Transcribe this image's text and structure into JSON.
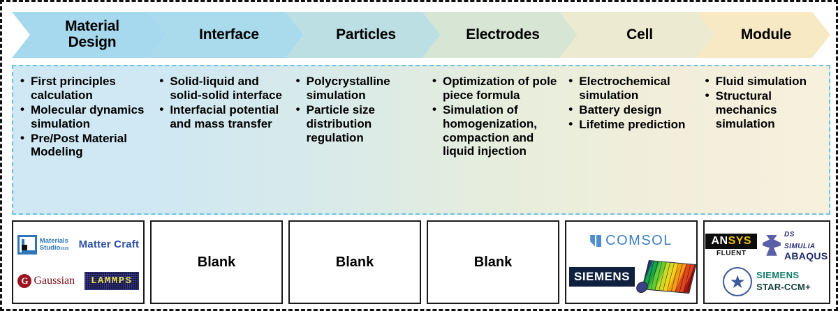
{
  "stages": [
    {
      "id": "material-design",
      "label": "Material\nDesign",
      "color": "#a7d9ee",
      "bullets": [
        "First principles calculation",
        "Molecular dynamics simulation",
        "Pre/Post Material Modeling"
      ]
    },
    {
      "id": "interface",
      "label": "Interface",
      "color": "#a9dbec",
      "bullets": [
        "Solid-liquid and solid-solid interface",
        "Interfacial potential and mass transfer"
      ]
    },
    {
      "id": "particles",
      "label": "Particles",
      "color": "#bcdfe4",
      "bullets": [
        "Polycrystalline simulation",
        "Particle size distribution regulation"
      ]
    },
    {
      "id": "electrodes",
      "label": "Electrodes",
      "color": "#d7e5d4",
      "bullets": [
        "Optimization of pole piece formula",
        "Simulation of homogenization, compaction and liquid injection"
      ]
    },
    {
      "id": "cell",
      "label": "Cell",
      "color": "#ecead0",
      "bullets": [
        "Electrochemical simulation",
        "Battery design",
        "Lifetime prediction"
      ]
    },
    {
      "id": "module",
      "label": "Module",
      "color": "#f6e9c4",
      "bullets": [
        "Fluid simulation",
        "Structural mechanics simulation"
      ]
    }
  ],
  "software_boxes": [
    {
      "id": "material-design-software",
      "type": "logos",
      "logos": [
        "Materials Studio",
        "Matter Craft",
        "Gaussian",
        "LAMMPS"
      ],
      "materials_studio": {
        "name_line1": "Materials",
        "name_line2": "Studio",
        "year": "2020"
      },
      "matter_craft": "Matter Craft",
      "gaussian": {
        "mark": "G",
        "name": "Gaussian"
      },
      "lammps": "LAMMPS"
    },
    {
      "id": "interface-software",
      "type": "blank",
      "label": "Blank"
    },
    {
      "id": "particles-software",
      "type": "blank",
      "label": "Blank"
    },
    {
      "id": "electrodes-software",
      "type": "blank",
      "label": "Blank"
    },
    {
      "id": "cell-software",
      "type": "logos",
      "logos": [
        "COMSOL",
        "SIEMENS"
      ],
      "comsol": "COMSOL",
      "siemens": "SIEMENS"
    },
    {
      "id": "module-software",
      "type": "logos",
      "logos": [
        "ANSYS FLUENT",
        "DS SIMULIA ABAQUS",
        "SIEMENS STAR-CCM+"
      ],
      "ansys": {
        "part1": "AN",
        "part2": "SYS",
        "sub": "FLUENT"
      },
      "abaqus": {
        "top": "DS SIMULIA",
        "bottom": "ABAQUS"
      },
      "starccm": {
        "top": "SIEMENS",
        "bottom": "STAR-CCM+",
        "glyph": "★"
      }
    }
  ],
  "colors": {
    "outer_border": "#111111",
    "bullets_border": "#6ec1e4",
    "box_border": "#1a1a1a",
    "text": "#000000"
  }
}
